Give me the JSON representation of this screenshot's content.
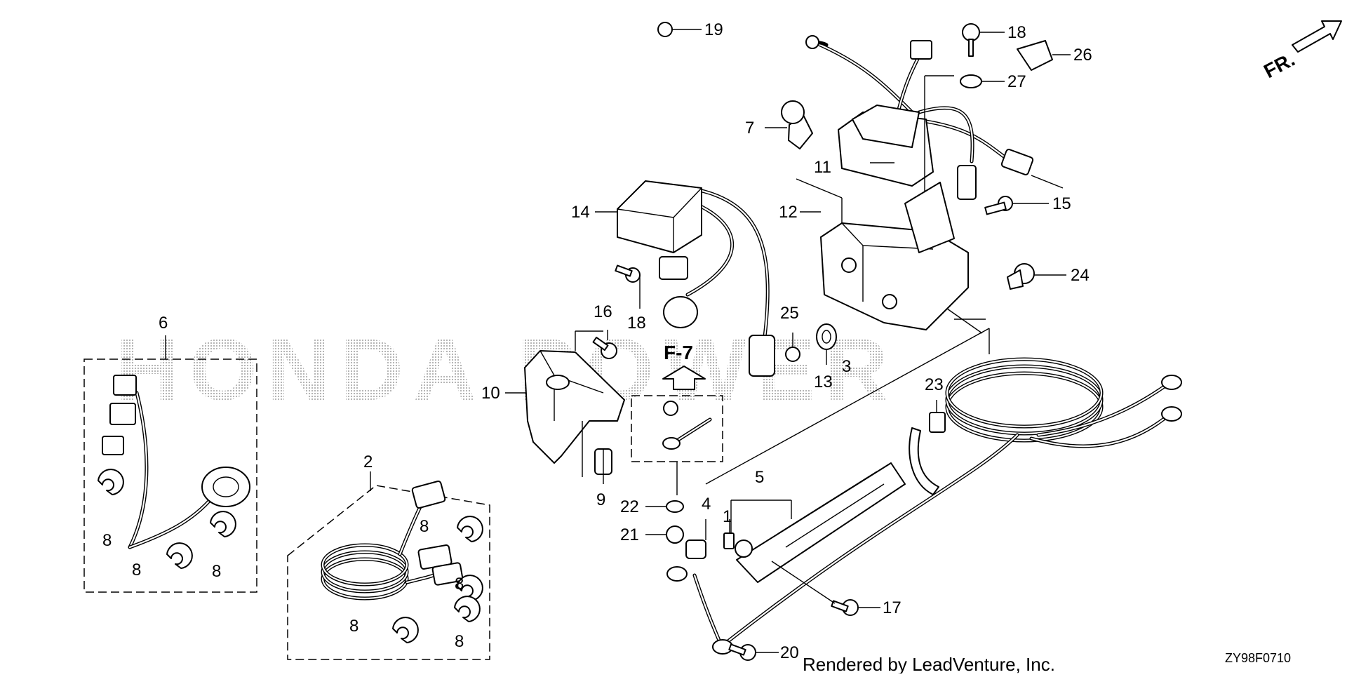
{
  "diagram": {
    "direction_label": "FR.",
    "reference_label": "F-7",
    "watermark": "HONDA POWER",
    "footer_credit": "Rendered by LeadVenture, Inc.",
    "diagram_code": "ZY98F0710",
    "callouts": {
      "c1": "1",
      "c2": "2",
      "c3": "3",
      "c4": "4",
      "c5": "5",
      "c6": "6",
      "c7": "7",
      "c8a": "8",
      "c8b": "8",
      "c8c": "8",
      "c8d": "8",
      "c8e": "8",
      "c8f": "8",
      "c8g": "8",
      "c9": "9",
      "c10": "10",
      "c11": "11",
      "c12": "12",
      "c13": "13",
      "c14": "14",
      "c15": "15",
      "c16": "16",
      "c17": "17",
      "c18a": "18",
      "c18b": "18",
      "c19": "19",
      "c20": "20",
      "c21": "21",
      "c22": "22",
      "c23": "23",
      "c24": "24",
      "c25": "25",
      "c26": "26",
      "c27": "27"
    }
  }
}
